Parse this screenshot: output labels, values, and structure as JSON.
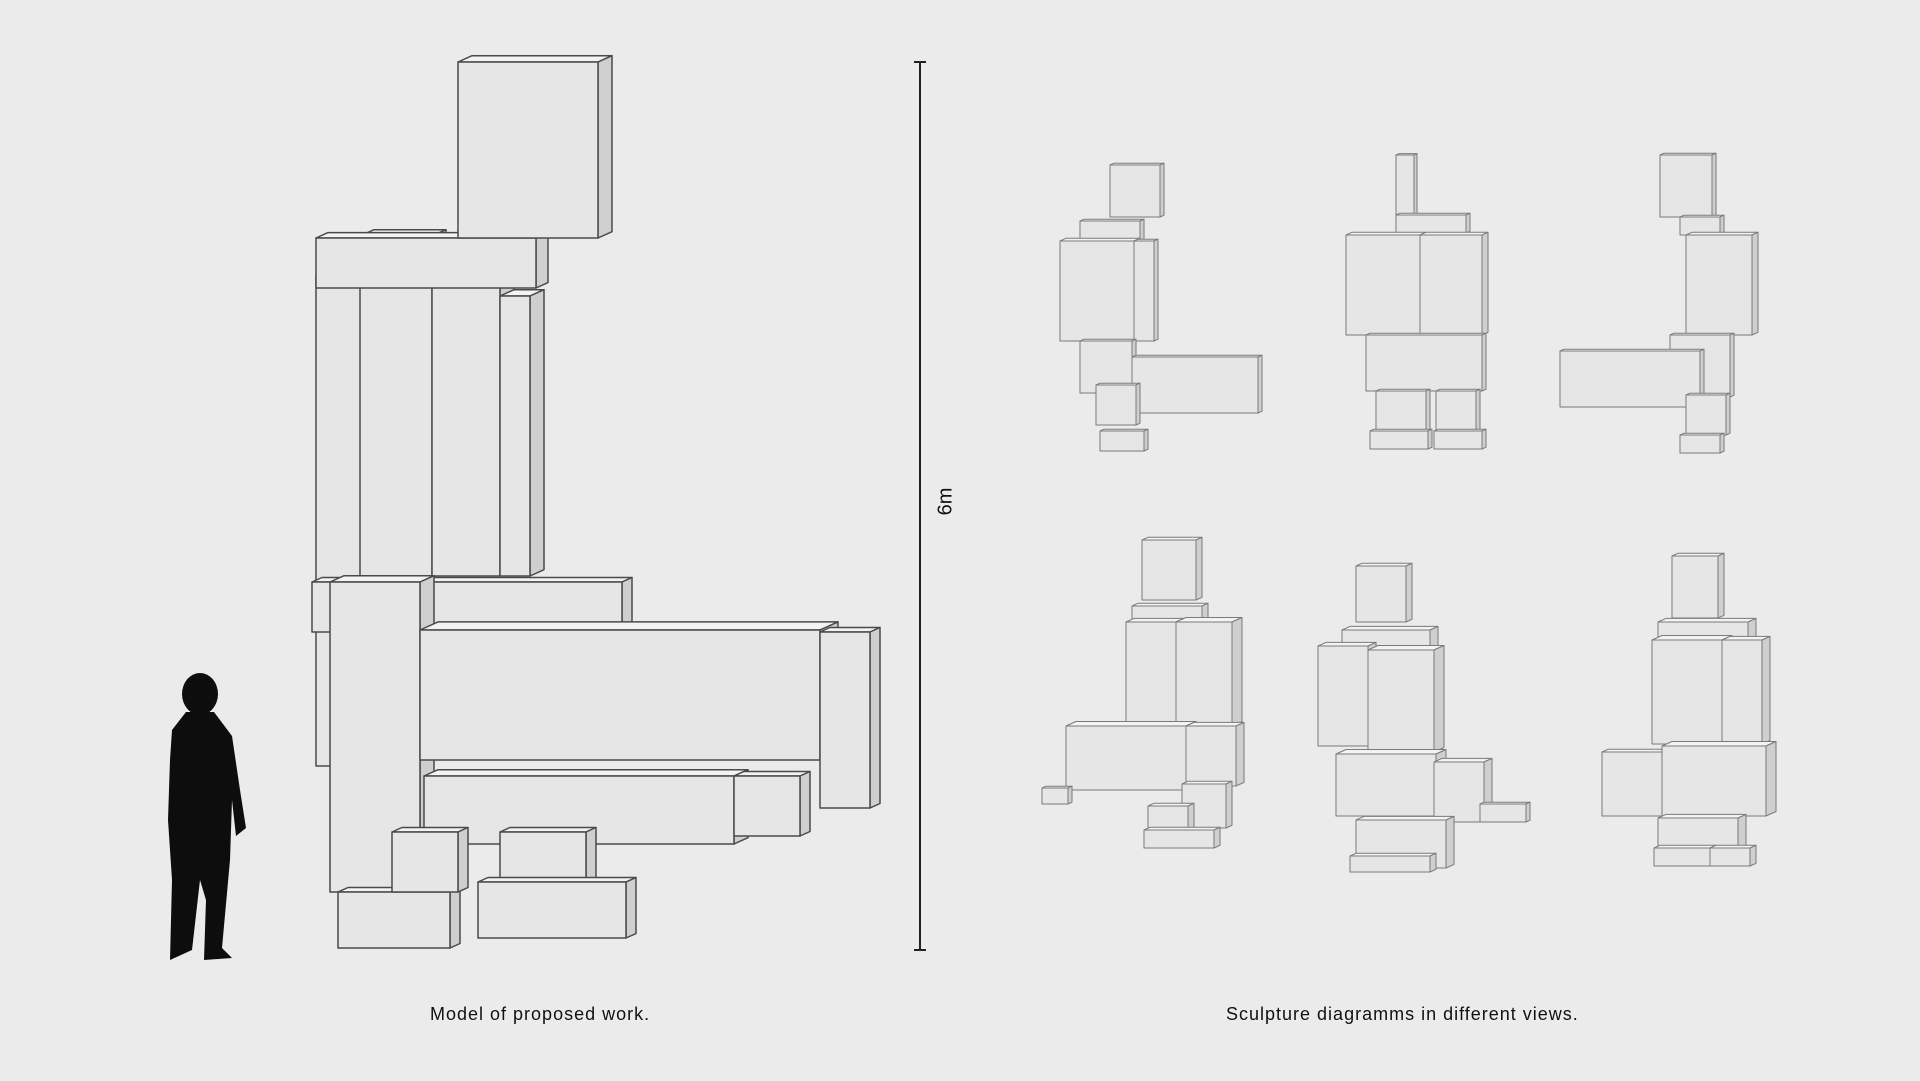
{
  "captions": {
    "model": "Model of proposed work.",
    "diagrams": "Sculpture diagramms in different views."
  },
  "scale": {
    "label": "6m"
  },
  "colors": {
    "background": "#ebebeb",
    "block_front": "#e6e6e6",
    "block_side": "#cfcfcf",
    "block_top": "#f3f3f3",
    "edge": "#4a4a4a",
    "silhouette": "#0d0d0d"
  },
  "views": [
    "side-view",
    "front-view",
    "side-view-mirrored",
    "perspective-left",
    "perspective-front",
    "perspective-right"
  ]
}
